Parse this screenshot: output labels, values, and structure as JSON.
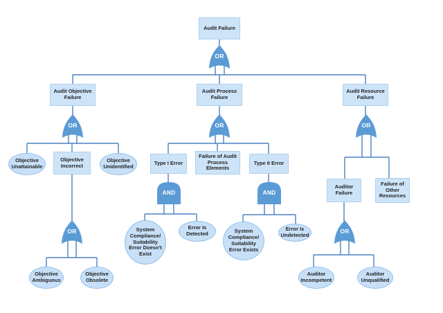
{
  "diagram_type": "fault-tree",
  "colors": {
    "node_fill": "#cde4f8",
    "rect_border": "#aecfee",
    "ellipse_border": "#90c0ec",
    "gate_fill": "#5b9bd5",
    "connector": "#4a80c1",
    "text": "#1f1f1f",
    "gate_text": "#ffffff"
  },
  "nodes": {
    "audit_failure": {
      "label": "Audit Failure"
    },
    "audit_objective_failure": {
      "label": "Audit Objective Failure"
    },
    "audit_process_failure": {
      "label": "Audit Process Failure"
    },
    "audit_resource_failure": {
      "label": "Audit Resource Failure"
    },
    "objective_unattainable": {
      "label": "Objective Unattainable"
    },
    "objective_incorrect": {
      "label": "Objective Incorrect"
    },
    "objective_unidentified": {
      "label": "Objective Unidentified"
    },
    "objective_ambiguous": {
      "label": "Objective Ambiguous"
    },
    "objective_obsolete": {
      "label": "Objective Obsolete"
    },
    "type1_error": {
      "label": "Type I Error"
    },
    "failure_audit_process_elements": {
      "label": "Failure of Audit Process Elements"
    },
    "type2_error": {
      "label": "Type II Error"
    },
    "sys_error_doesnt_exist": {
      "label": "System Compliance/ Suitability Error Doesn't Exist"
    },
    "error_is_detected": {
      "label": "Error Is Detected"
    },
    "sys_error_exists": {
      "label": "System Compliance/ Suitability Error Exists"
    },
    "error_is_undetected": {
      "label": "Error Is Undetected"
    },
    "auditor_failure": {
      "label": "Auditor Failure"
    },
    "failure_other_resources": {
      "label": "Failure of Other Resources"
    },
    "auditor_incompetent": {
      "label": "Auditor Incompetent"
    },
    "auditor_unqualified": {
      "label": "Auditor Unqualified"
    }
  },
  "gates": {
    "root_or": {
      "type": "OR",
      "label": "OR"
    },
    "objective_or": {
      "type": "OR",
      "label": "OR"
    },
    "process_or": {
      "type": "OR",
      "label": "OR"
    },
    "resource_or": {
      "type": "OR",
      "label": "OR"
    },
    "incorrect_or": {
      "type": "OR",
      "label": "OR"
    },
    "type1_and": {
      "type": "AND",
      "label": "AND"
    },
    "type2_and": {
      "type": "AND",
      "label": "AND"
    },
    "auditor_or": {
      "type": "OR",
      "label": "OR"
    }
  }
}
